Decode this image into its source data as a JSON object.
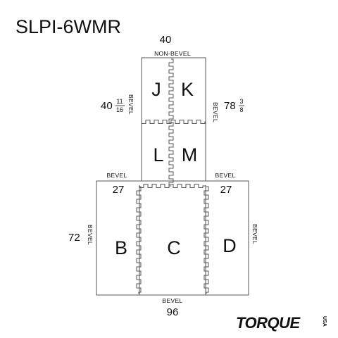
{
  "title": "SLPI-6WMR",
  "dimensions": {
    "top_width": "40",
    "side_width": "27",
    "side_width_right": "27",
    "left_height": "72",
    "bottom_width": "96",
    "upper_left_whole": "40",
    "upper_left_num": "11",
    "upper_left_den": "16",
    "upper_right_whole": "78",
    "upper_right_num": "3",
    "upper_right_den": "8"
  },
  "edge_labels": {
    "top": "NON-BEVEL",
    "upper_left": "BEVEL",
    "upper_right": "BEVEL",
    "left_top": "BEVEL",
    "right_top": "BEVEL",
    "left_side": "BEVEL",
    "right_side": "BEVEL",
    "bottom": "BEVEL"
  },
  "tiles": {
    "J": "J",
    "K": "K",
    "L": "L",
    "M": "M",
    "B": "B",
    "C": "C",
    "D": "D"
  },
  "logo": {
    "brand": "TORQUE",
    "suffix": "USA"
  }
}
